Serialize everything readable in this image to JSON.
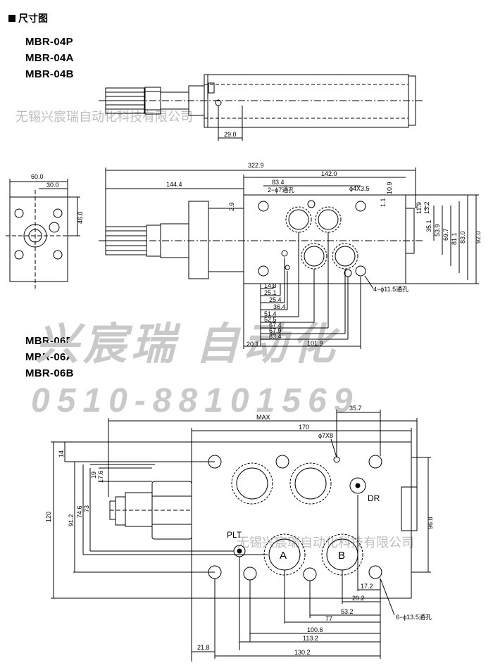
{
  "section_title": "尺寸图",
  "models_04": [
    "MBR-04P",
    "MBR-04A",
    "MBR-04B"
  ],
  "models_06": [
    "MBR-06P",
    "MBR-06A",
    "MBR-06B"
  ],
  "watermark": {
    "company_small": "无锡兴宸瑞自动化科技有限公司",
    "company_big": "兴宸瑞 自动化",
    "phone": "0510-88101569"
  },
  "dims_04": {
    "top_29": "29.0",
    "w60": "60.0",
    "w30": "30.0",
    "h46": "46.0",
    "total": "322.9",
    "d144": "144.4",
    "d142": "142.0",
    "d83": "83.4",
    "hole2": "2−ϕ7通孔",
    "hole4x": "ϕ4X3.5",
    "d10_9": "10.9",
    "d2_9": "2.9",
    "d1_1": "1.1",
    "d11_9": "11.9",
    "d13_2": "13.2",
    "d35_1": "35.1",
    "d53_9": "53.9",
    "d69_7": "69.7",
    "d81_1": "81.1",
    "d83_0": "83.0",
    "d92_0": "92.0",
    "hole4": "4−ϕ11.5通孔",
    "bottom": [
      "14.3",
      "25.1",
      "25.4",
      "36.4",
      "51.4",
      "52.5",
      "67.4",
      "67.9",
      "83.4"
    ],
    "d20_1": "20.1",
    "d101_9": "101.9"
  },
  "dims_06": {
    "max": "MAX",
    "d170": "170",
    "d35_7": "35.7",
    "hole7": "ϕ7X8",
    "dr": "DR",
    "plt": "PLT",
    "a": "A",
    "b": "B",
    "v14": "14",
    "v19": "19",
    "v17_6": "17.6",
    "v120": "120",
    "v91_2": "91.2",
    "v74_6": "74.6",
    "v73": "73",
    "v96_8": "96.8",
    "h17_2": "17.2",
    "h29_2": "29.2",
    "h53_2": "53.2",
    "h77": "77",
    "h100_6": "100.6",
    "h113_2": "113.2",
    "h130_2": "130.2",
    "h21_8": "21.8",
    "hole6": "6−ϕ13.5通孔"
  }
}
